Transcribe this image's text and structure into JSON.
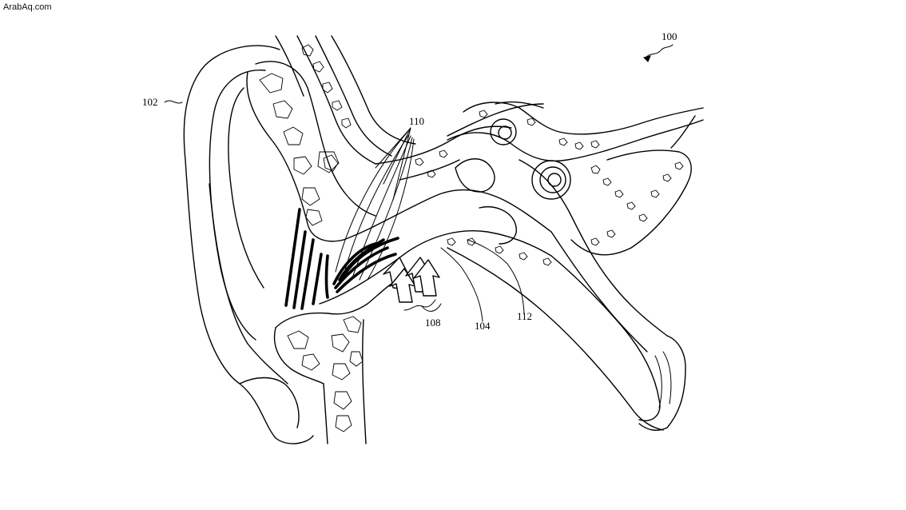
{
  "watermark": "ArabAq.com",
  "labels": {
    "fig": "100",
    "pinna": "102",
    "canal": "104",
    "arrows": "108",
    "fibers": "110",
    "eardrum": "112"
  }
}
